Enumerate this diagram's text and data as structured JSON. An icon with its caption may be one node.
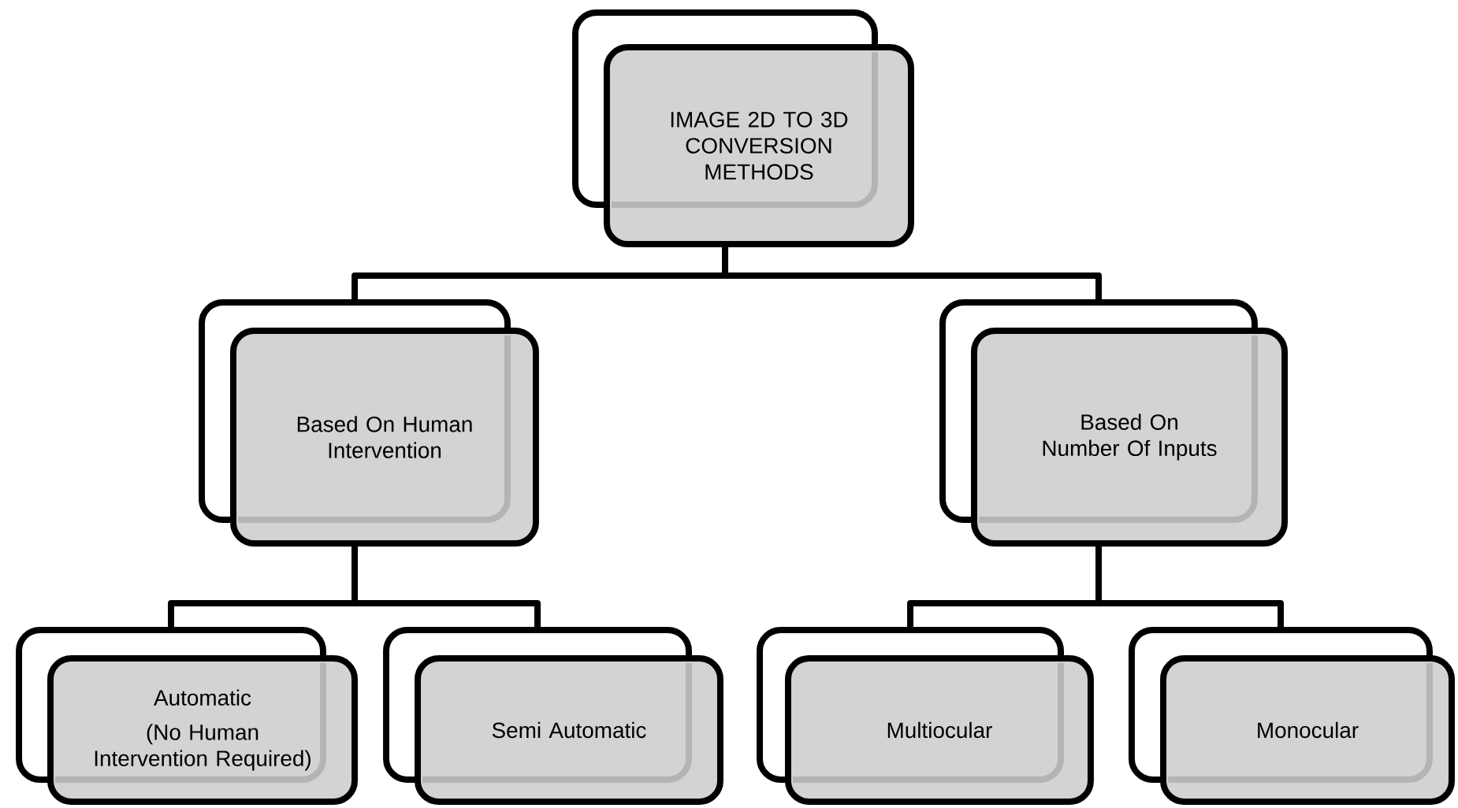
{
  "diagram": {
    "nodes": [
      {
        "text": [
          "IMAGE 2D TO 3D CONVERSION METHODS"
        ]
      },
      {
        "text": [
          "Based On Human Intervention"
        ]
      },
      {
        "text": [
          "Based On Number Of Inputs"
        ]
      },
      {
        "text": [
          "Automatic",
          "(No Human Intervention Required)"
        ]
      },
      {
        "text": [
          "Semi Automatic"
        ]
      },
      {
        "text": [
          "Multiocular"
        ]
      },
      {
        "text": [
          "Monocular"
        ]
      }
    ],
    "edges": [
      {
        "from": 0,
        "to": 1,
        "arrow": "none"
      },
      {
        "from": 0,
        "to": 2,
        "arrow": "none"
      },
      {
        "from": 1,
        "to": 3,
        "arrow": "none"
      },
      {
        "from": 1,
        "to": 4,
        "arrow": "none"
      },
      {
        "from": 2,
        "to": 5,
        "arrow": "none"
      },
      {
        "from": 2,
        "to": 6,
        "arrow": "none"
      }
    ]
  }
}
